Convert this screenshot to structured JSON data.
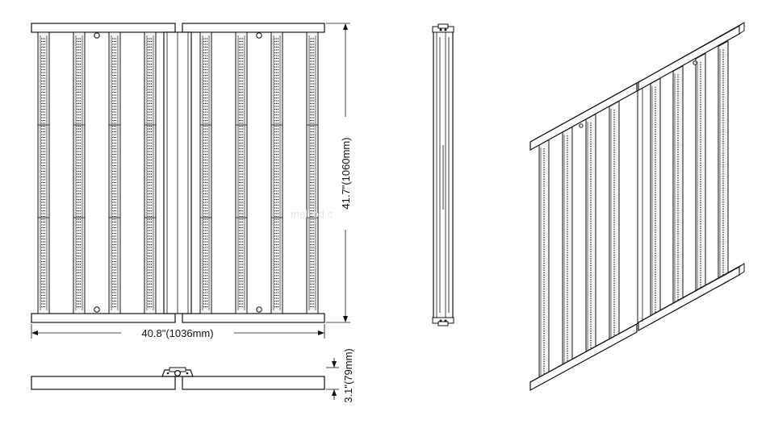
{
  "dimensions": {
    "width_label": "40.8\"(1036mm)",
    "height_label": "41.7\"(1060mm)",
    "thickness_label": "3.1\"(79mm)"
  },
  "watermark": {
    "text": "meli                od.c"
  },
  "colors": {
    "line": "#111111",
    "fill": "#ffffff",
    "strip_fill": "#f4f4f4",
    "watermark": "#e6e6e6"
  }
}
